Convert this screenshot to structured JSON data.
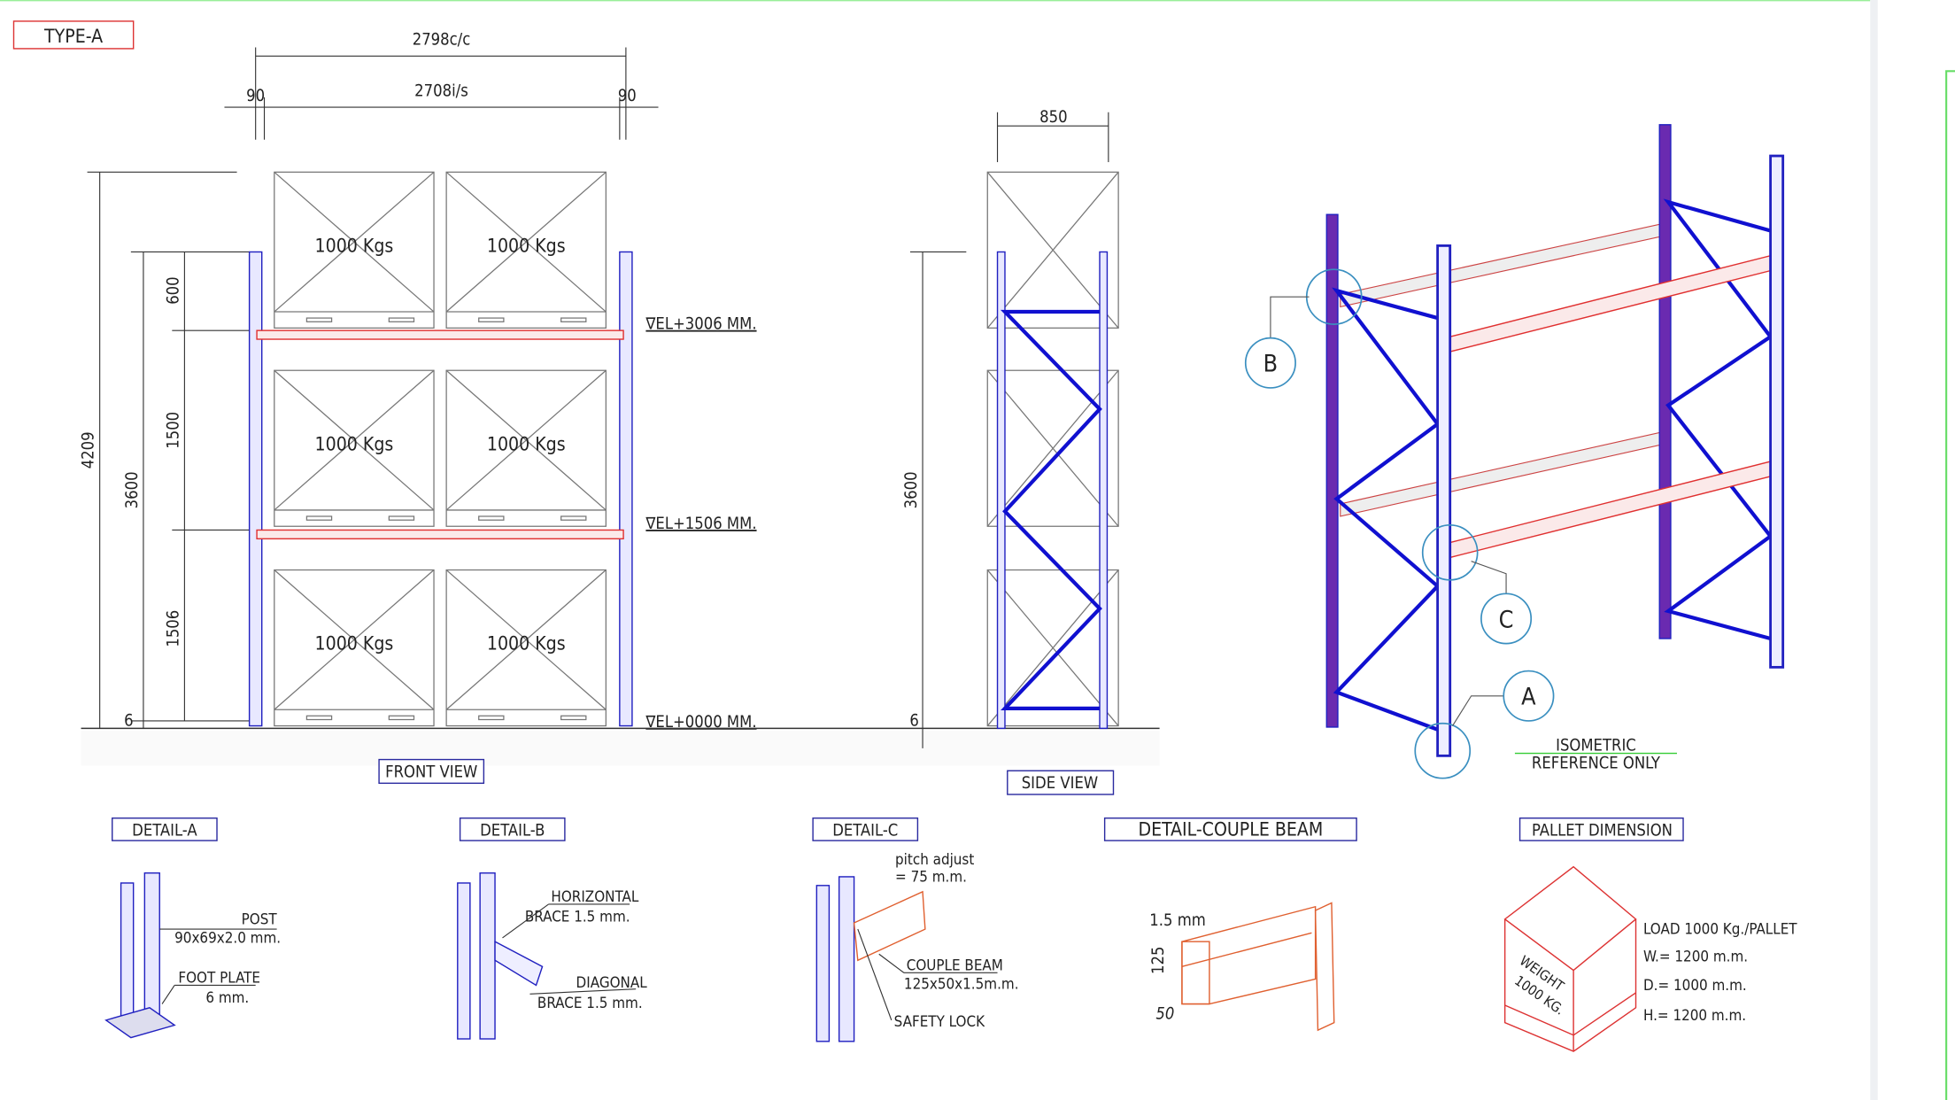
{
  "title": "TYPE-A",
  "dimensions": {
    "center_to_center": "2798c/c",
    "inside_span": "2708i/s",
    "post_left": "90",
    "post_right": "90",
    "depth": "850",
    "overall_height": "4209",
    "frame_height": "3600",
    "side_frame_height": "3600",
    "top_clearance": "600",
    "level_spacing": "1500",
    "bottom_level": "1506",
    "base_offset": "6",
    "side_base_offset": "6"
  },
  "levels": [
    "∇EL+3006 MM.",
    "∇EL+1506 MM.",
    "∇EL+0000 MM."
  ],
  "pallet_load": "1000 Kgs",
  "views": {
    "front": "FRONT VIEW",
    "side": "SIDE VIEW"
  },
  "isometric": {
    "line1": "ISOMETRIC",
    "line2": "REFERENCE ONLY",
    "callouts": [
      "A",
      "B",
      "C"
    ]
  },
  "details": {
    "a": {
      "title": "DETAIL-A",
      "post": "POST",
      "post_size": "90x69x2.0 mm.",
      "foot": "FOOT PLATE",
      "foot_size": "6 mm."
    },
    "b": {
      "title": "DETAIL-B",
      "horizontal": "HORIZONTAL",
      "horizontal_size": "BRACE 1.5 mm.",
      "diagonal": "DIAGONAL",
      "diagonal_size": "BRACE 1.5 mm."
    },
    "c": {
      "title": "DETAIL-C",
      "pitch": "pitch adjust",
      "pitch_value": "= 75 m.m.",
      "beam": "COUPLE BEAM",
      "beam_size": "125x50x1.5m.m.",
      "lock": "SAFETY LOCK"
    },
    "couple": {
      "title": "DETAIL-COUPLE BEAM",
      "thickness": "1.5 mm",
      "height": "125",
      "width": "50"
    },
    "pallet": {
      "title": "PALLET DIMENSION",
      "load": "LOAD 1000 Kg./PALLET",
      "w": "W.= 1200 m.m.",
      "d": "D.= 1000 m.m.",
      "h": "H.= 1200 m.m.",
      "weight1": "WEIGHT",
      "weight2": "1000 KG."
    }
  }
}
